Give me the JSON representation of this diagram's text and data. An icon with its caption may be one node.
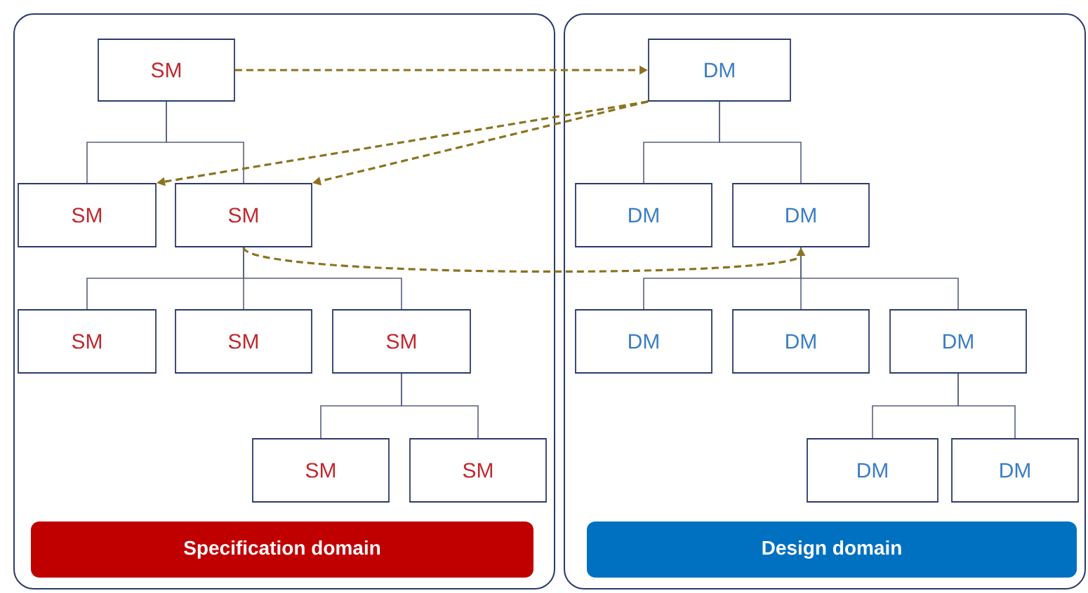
{
  "diagram": {
    "nodes": [
      {
        "text": [],
        "shape": "box"
      },
      {
        "text": [
          "Specification domain"
        ],
        "in": 0
      },
      {
        "text": [
          "SM"
        ],
        "in": 0
      },
      {
        "text": [
          "SM"
        ],
        "in": 0
      },
      {
        "text": [
          "SM"
        ],
        "in": 0
      },
      {
        "text": [
          "SM"
        ],
        "in": 0
      },
      {
        "text": [
          "SM"
        ],
        "in": 0
      },
      {
        "text": [
          "SM"
        ],
        "in": 0
      },
      {
        "text": [
          "SM"
        ],
        "in": 0
      },
      {
        "text": [
          "SM"
        ],
        "in": 0
      },
      {
        "text": [],
        "shape": "box"
      },
      {
        "text": [
          "Design domain"
        ],
        "in": 10
      },
      {
        "text": [
          "DM"
        ],
        "in": 10
      },
      {
        "text": [
          "DM"
        ],
        "in": 10
      },
      {
        "text": [
          "DM"
        ],
        "in": 10
      },
      {
        "text": [
          "DM"
        ],
        "in": 10
      },
      {
        "text": [
          "DM"
        ],
        "in": 10
      },
      {
        "text": [
          "DM"
        ],
        "in": 10
      },
      {
        "text": [
          "DM"
        ],
        "in": 10
      },
      {
        "text": [
          "DM"
        ],
        "in": 10
      }
    ],
    "edges": [
      {
        "from": 2,
        "to": 3,
        "arrow": "none"
      },
      {
        "from": 2,
        "to": 4,
        "arrow": "none"
      },
      {
        "from": 4,
        "to": 5,
        "arrow": "none"
      },
      {
        "from": 4,
        "to": 6,
        "arrow": "none"
      },
      {
        "from": 4,
        "to": 7,
        "arrow": "none"
      },
      {
        "from": 7,
        "to": 8,
        "arrow": "none"
      },
      {
        "from": 7,
        "to": 9,
        "arrow": "none"
      },
      {
        "from": 12,
        "to": 13,
        "arrow": "none"
      },
      {
        "from": 12,
        "to": 14,
        "arrow": "none"
      },
      {
        "from": 14,
        "to": 15,
        "arrow": "none"
      },
      {
        "from": 14,
        "to": 16,
        "arrow": "none"
      },
      {
        "from": 14,
        "to": 17,
        "arrow": "none"
      },
      {
        "from": 17,
        "to": 18,
        "arrow": "none"
      },
      {
        "from": 17,
        "to": 19,
        "arrow": "none"
      },
      {
        "from": 2,
        "to": 12,
        "arrow": "to",
        "style": "dashed",
        "color": "#8b7320"
      },
      {
        "from": 12,
        "to": 3,
        "arrow": "to",
        "style": "dashed",
        "color": "#8b7320"
      },
      {
        "from": 12,
        "to": 4,
        "arrow": "to",
        "style": "dashed",
        "color": "#8b7320"
      },
      {
        "from": 4,
        "to": 14,
        "arrow": "to",
        "style": "dashed",
        "color": "#8b7320"
      }
    ]
  }
}
